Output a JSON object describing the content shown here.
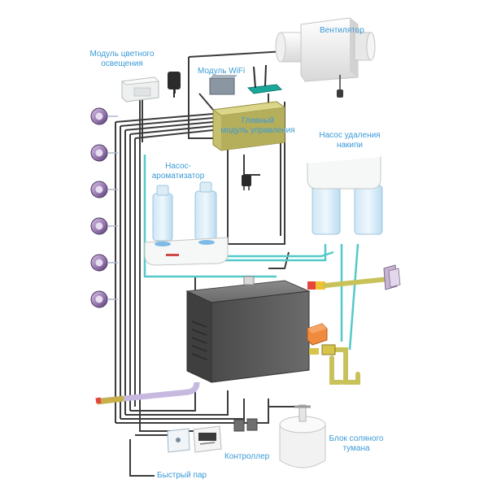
{
  "labels": {
    "fan": "Вентилятор",
    "color_light_module": "Модуль цветного\nосвещения",
    "wifi_module": "Модуль WiFi",
    "main_control_module": "Главный\nмодуль управления",
    "descaling_pump": "Насос удаления\nнакипи",
    "aroma_pump": "Насос-\nароматизатор",
    "salt_fog_unit": "Блок соляного\nтумана",
    "controller": "Контроллер",
    "quick_steam": "Быстрый пар"
  },
  "colors": {
    "label_text": "#3a9ad6",
    "cable": "#3c3c3c",
    "water_line": "#55c9c9",
    "steam_pipe": "#c9c25a",
    "orange_valve": "#f08a3c",
    "wifi_router": "#1aa79a"
  }
}
